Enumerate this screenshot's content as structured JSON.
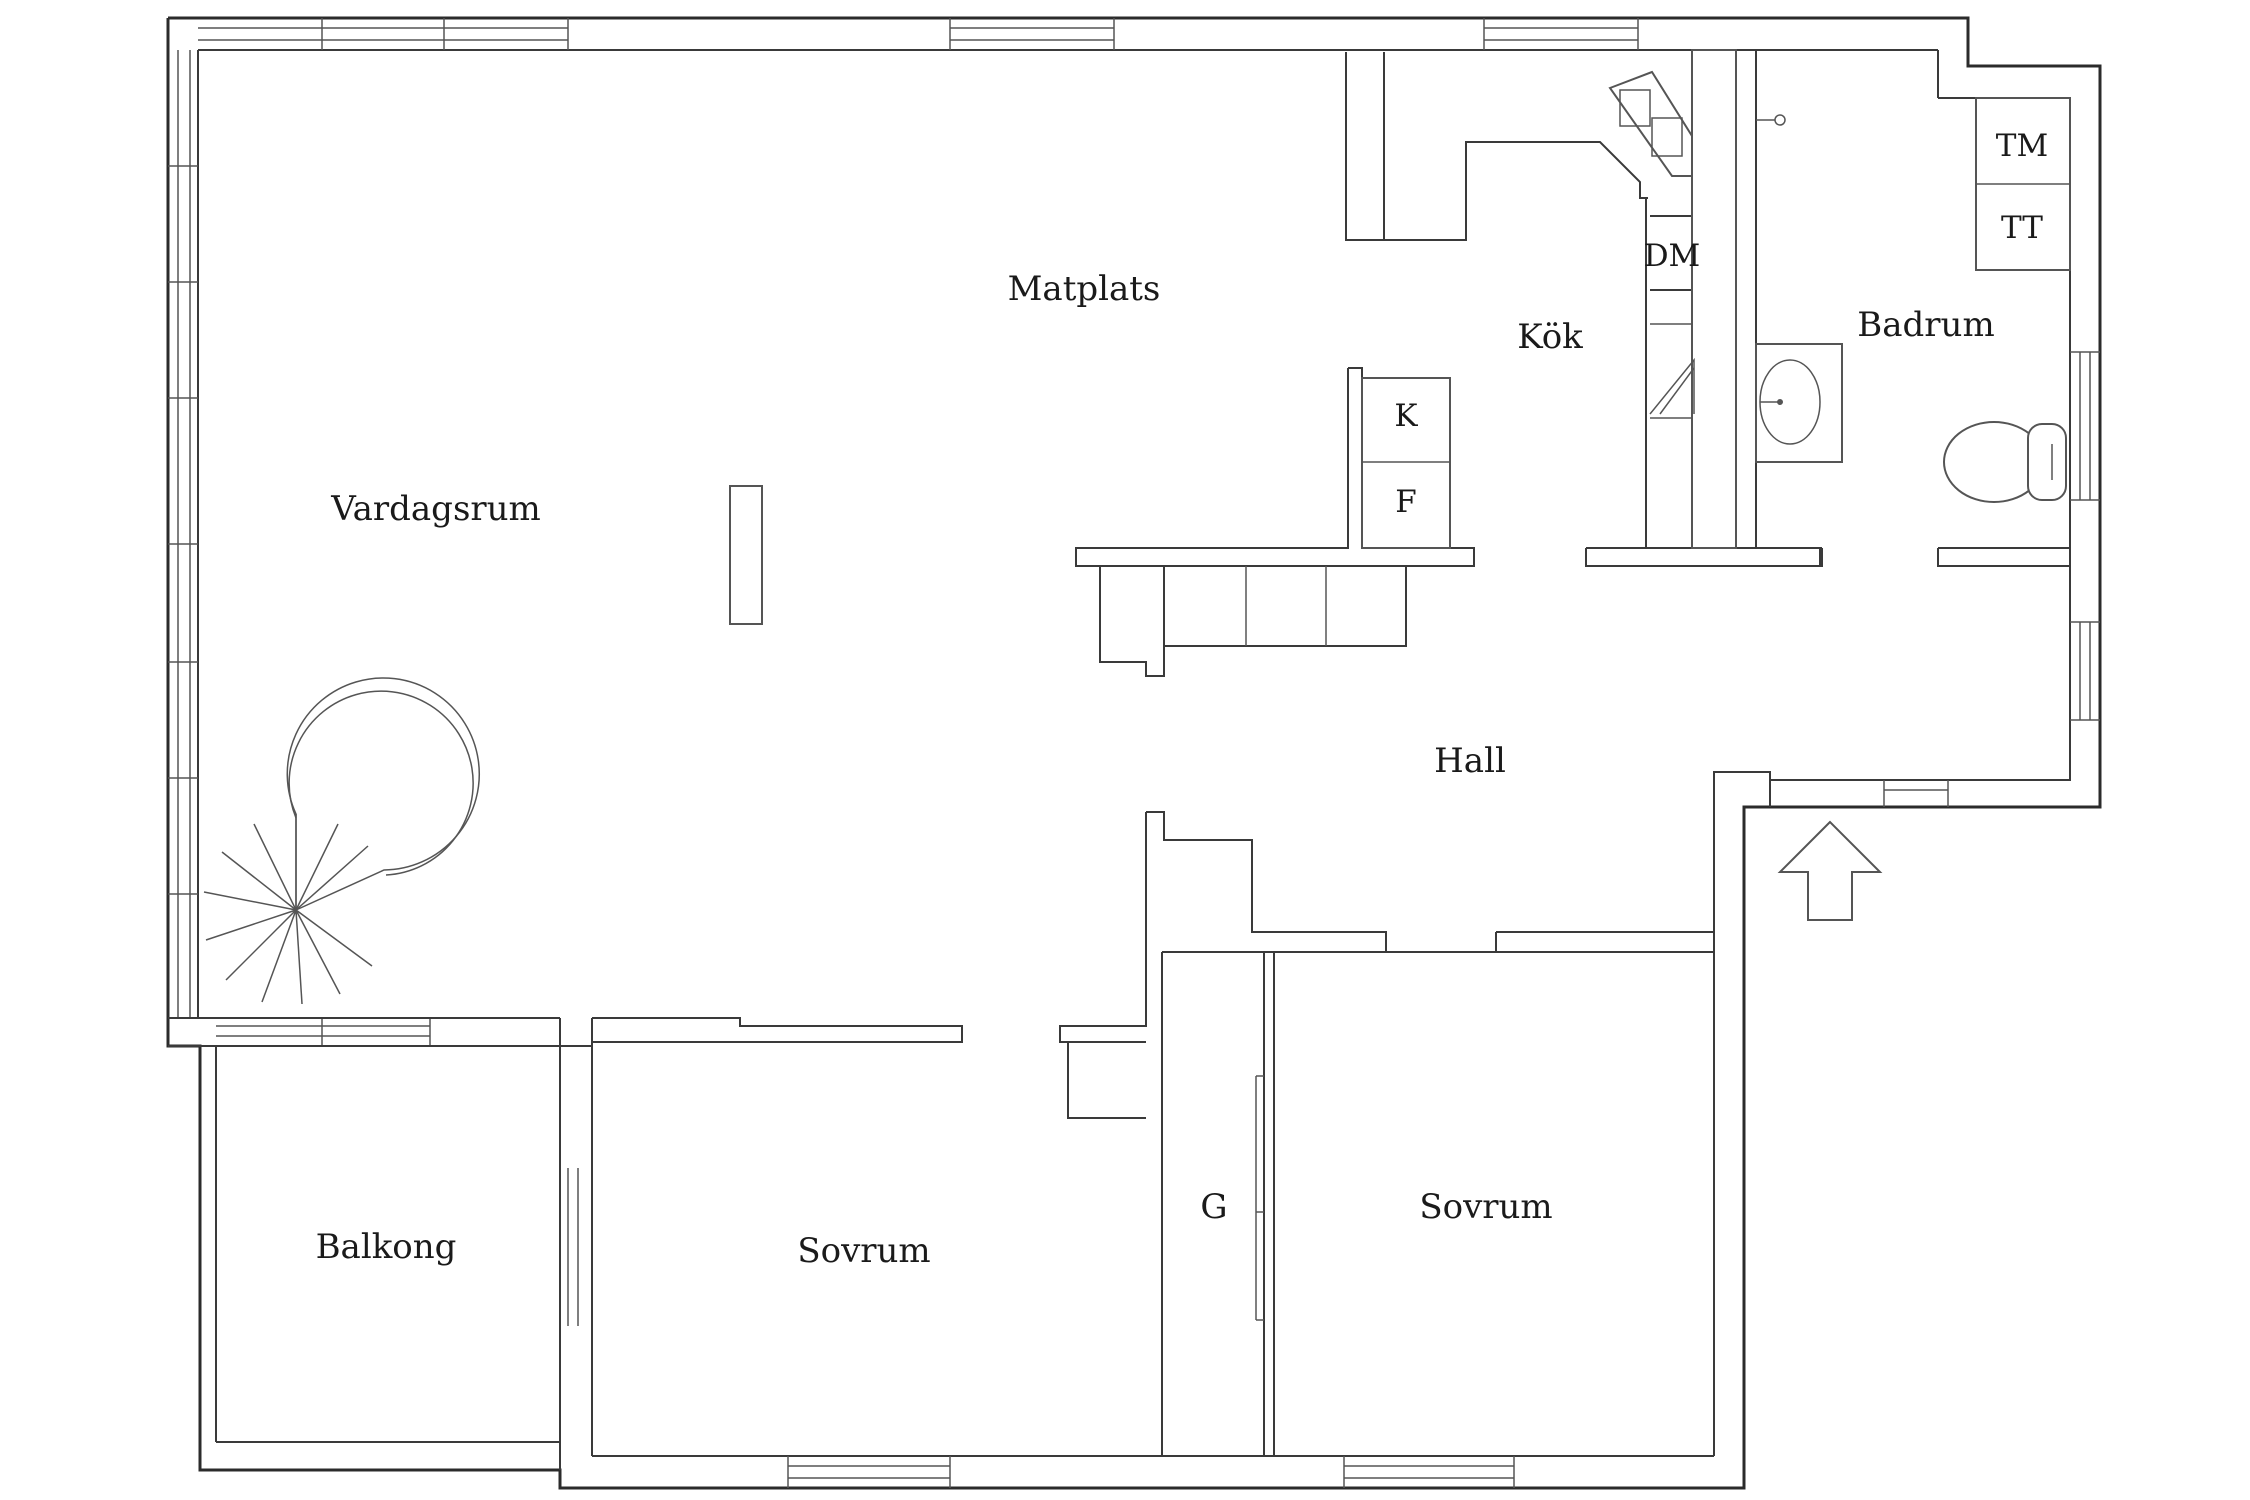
{
  "rooms": {
    "vardagsrum": "Vardagsrum",
    "matplats": "Matplats",
    "kok": "Kök",
    "badrum": "Badrum",
    "hall": "Hall",
    "balkong": "Balkong",
    "sovrum_left": "Sovrum",
    "sovrum_right": "Sovrum",
    "garderob": "G"
  },
  "appliances": {
    "dm": "DM",
    "k": "K",
    "f": "F",
    "tm": "TM",
    "tt": "TT"
  },
  "colors": {
    "wall": "#3a3a3a",
    "background": "#ffffff",
    "label": "#1a1a1a"
  },
  "icons": {
    "entrance": "entrance-arrow-icon",
    "stairs": "spiral-staircase-icon",
    "sink": "kitchen-sink-icon",
    "basin": "wash-basin-icon",
    "toilet": "toilet-icon"
  }
}
